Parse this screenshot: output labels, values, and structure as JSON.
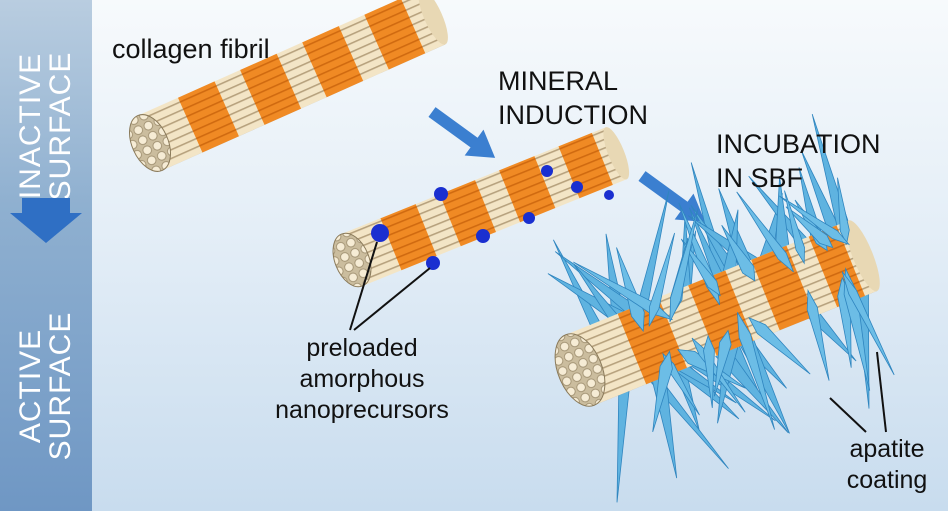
{
  "sidebar": {
    "inactive_line1": "INACTIVE",
    "inactive_line2": "SURFACE",
    "active_line1": "ACTIVE",
    "active_line2": "SURFACE"
  },
  "labels": {
    "collagen_fibril": "collagen fibril",
    "mineral_induction_line1": "MINERAL",
    "mineral_induction_line2": "INDUCTION",
    "incubation_line1": "INCUBATION",
    "incubation_line2": "IN SBF",
    "preloaded_line1": "preloaded",
    "preloaded_line2": "amorphous",
    "preloaded_line3": "nanoprecursors",
    "apatite_line1": "apatite",
    "apatite_line2": "coating"
  },
  "colors": {
    "fibril_fiber": "#f3e5c6",
    "fibril_band": "#f08a24",
    "precursor_dot": "#1a2fd0",
    "apatite_crystal": "#5fb3e0",
    "arrow": "#3b7fd0",
    "sidebar": "#7ea2c9"
  },
  "icons": [
    "down-arrow-icon",
    "right-down-arrow-icon",
    "right-down-arrow-icon"
  ]
}
